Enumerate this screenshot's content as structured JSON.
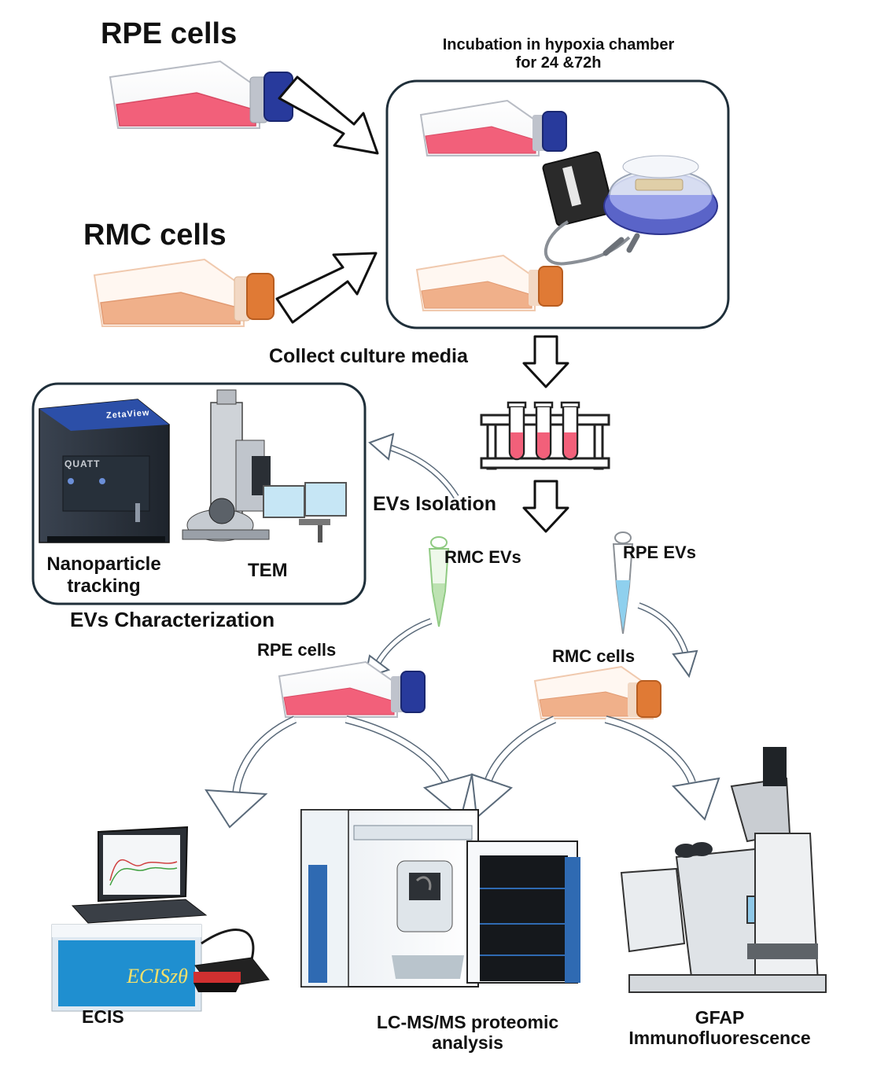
{
  "labels": {
    "rpe_cells_top": "RPE cells",
    "rmc_cells_top": "RMC cells",
    "incubation_line1": "Incubation in hypoxia chamber",
    "incubation_line2": "for  24 &72h",
    "collect_media": "Collect culture media",
    "evs_isolation": "EVs  Isolation",
    "nanoparticle_line1": "Nanoparticle",
    "nanoparticle_line2": "tracking",
    "tem": "TEM",
    "evs_characterization": "EVs Characterization",
    "rmc_evs": "RMC EVs",
    "rpe_evs": "RPE EVs",
    "rpe_cells_mid": "RPE cells",
    "rmc_cells_mid": "RMC cells",
    "ecis": "ECIS",
    "lcms_line1": "LC-MS/MS proteomic",
    "lcms_line2": "analysis",
    "gfap_line1": "GFAP",
    "gfap_line2": "Immunofluorescence",
    "ecis_device": "ECISzθ",
    "zetaview": "ZetaView",
    "quatt": "QUATT"
  },
  "colors": {
    "rpe_medium": "#f2607a",
    "rmc_medium": "#f0b08a",
    "rpe_cap": "#283a9c",
    "rmc_cap": "#e07a35",
    "rmc_evs_tube": "#a8d89a",
    "rpe_evs_tube": "#8fd0ee",
    "chamber": "#5a64c8",
    "box_border": "#1f2f3a",
    "arrow_stroke": "#34495e"
  }
}
